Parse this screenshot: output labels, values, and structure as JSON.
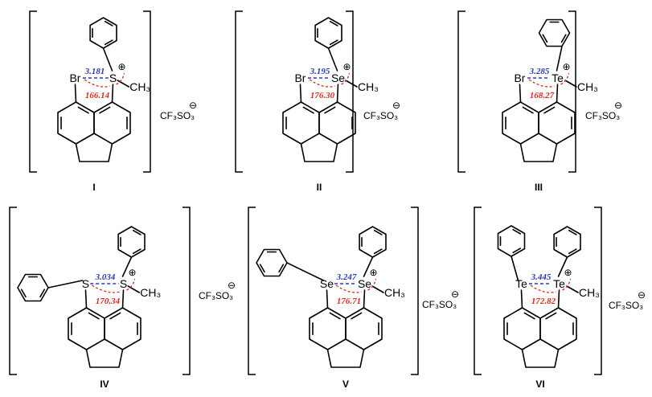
{
  "compounds": [
    {
      "id": "I",
      "donor": "Br",
      "center": "S",
      "distance": "3.181",
      "angle": "166.14",
      "counterion": "CF₃SO₃",
      "charge": "⊖"
    },
    {
      "id": "II",
      "donor": "Br",
      "center": "Se",
      "distance": "3.195",
      "angle": "176.30",
      "counterion": "CF₃SO₃",
      "charge": "⊖"
    },
    {
      "id": "III",
      "donor": "Br",
      "center": "Te",
      "distance": "3.285",
      "angle": "168.27",
      "counterion": "CF₃SO₃",
      "charge": "⊖"
    },
    {
      "id": "IV",
      "donor": "S",
      "center": "S",
      "distance": "3.034",
      "angle": "170.34",
      "counterion": "CF₃SO₃",
      "charge": "⊖"
    },
    {
      "id": "V",
      "donor": "Se",
      "center": "Se",
      "distance": "3.247",
      "angle": "176.71",
      "counterion": "CF₃SO₃",
      "charge": "⊖"
    },
    {
      "id": "VI",
      "donor": "Te",
      "center": "Te",
      "distance": "3.445",
      "angle": "172.82",
      "counterion": "CF₃SO₃",
      "charge": "⊖"
    }
  ],
  "methyl": "CH₃",
  "cation_charge": "⊕"
}
